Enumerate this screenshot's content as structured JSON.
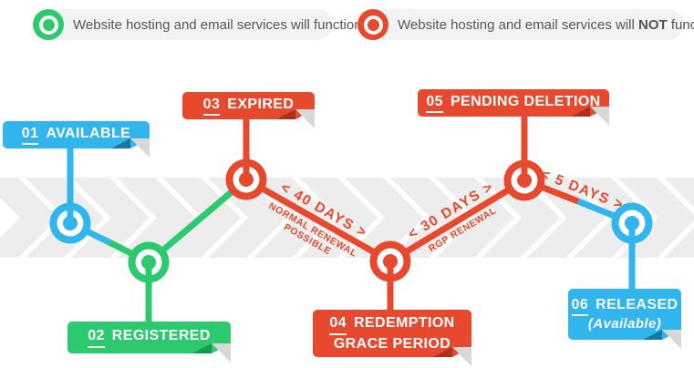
{
  "legend": {
    "item1": {
      "icon": "green-target",
      "text": "Website hosting and email services will function"
    },
    "item2": {
      "icon": "red-target",
      "pre": "Website hosting and email services will ",
      "emphasis": "NOT",
      "post": " function"
    }
  },
  "timeline": {
    "labels": {
      "l01": {
        "num": "01",
        "name": "AVAILABLE"
      },
      "l02": {
        "num": "02",
        "name": "REGISTERED"
      },
      "l03": {
        "num": "03",
        "name": "EXPIRED"
      },
      "l04": {
        "num": "04",
        "line1": "REDEMPTION",
        "line2": "GRACE PERIOD"
      },
      "l05": {
        "num": "05",
        "name": "PENDING DELETION"
      },
      "l06": {
        "num": "06",
        "name": "RELEASED",
        "sub": "(Available)"
      }
    },
    "annotations": {
      "a40": {
        "days": "< 40 DAYS >",
        "note1": "NORMAL RENEWAL",
        "note2": "POSSIBLE"
      },
      "a30": {
        "days": "< 30 DAYS >",
        "note1": "RGP RENEWAL"
      },
      "a5": {
        "days": "< 5 DAYS >"
      }
    }
  },
  "colors": {
    "blue": "#30B6EC",
    "green": "#2DC96E",
    "red": "#E6492D",
    "blue_fold_dark": "#1878A0",
    "green_fold_dark": "#149A4E",
    "red_fold_dark": "#A83420",
    "fold_gray": "#D8D8D8",
    "chevron_gray": "#EDEDED",
    "legend_pill_gray": "#F3F3F3",
    "legend_text_gray": "#55565A"
  }
}
